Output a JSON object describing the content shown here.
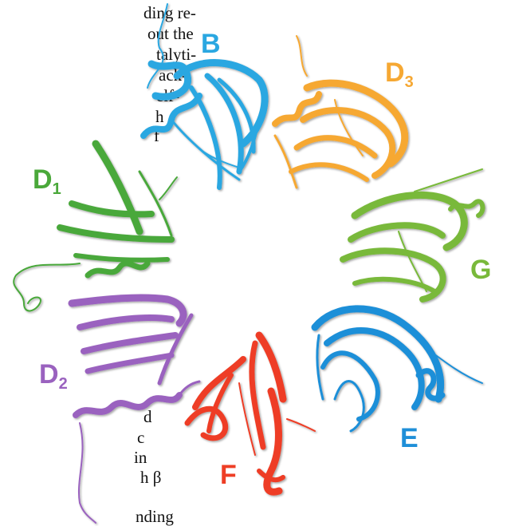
{
  "paper": {
    "text_left_top": [
      "ding re-",
      "out the",
      "talyti-",
      "ack-",
      "elf-",
      "h",
      "f"
    ],
    "text_left_bottom": [
      "d",
      "c",
      "in",
      "h β",
      "nding"
    ]
  },
  "figure": {
    "domains": [
      {
        "id": "B",
        "main": "B",
        "sub": "",
        "color": "#2aa7e1"
      },
      {
        "id": "D3",
        "main": "D",
        "sub": "3",
        "color": "#f6a833"
      },
      {
        "id": "G",
        "main": "G",
        "sub": "",
        "color": "#79b93a"
      },
      {
        "id": "E",
        "main": "E",
        "sub": "",
        "color": "#1f8fd8"
      },
      {
        "id": "F",
        "main": "F",
        "sub": "",
        "color": "#ee3e25"
      },
      {
        "id": "D2",
        "main": "D",
        "sub": "2",
        "color": "#9a62bf"
      },
      {
        "id": "D1",
        "main": "D",
        "sub": "1",
        "color": "#4aa83a"
      }
    ]
  }
}
